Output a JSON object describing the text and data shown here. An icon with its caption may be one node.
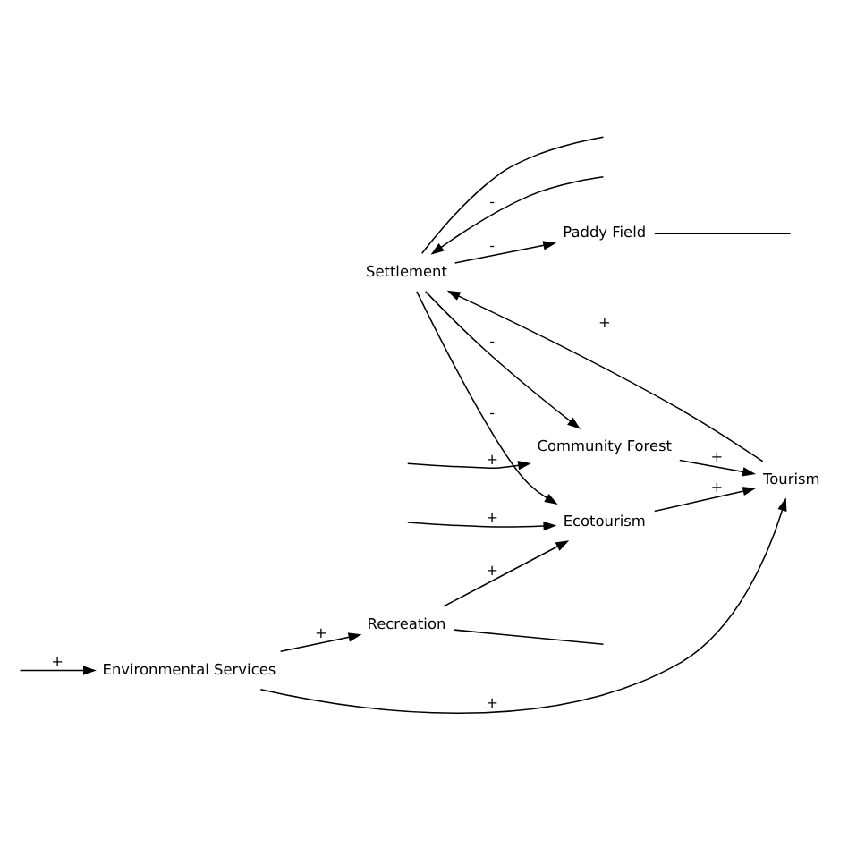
{
  "diagram": {
    "nodes": [
      {
        "text": [
          "Paddy Field"
        ]
      },
      {
        "text": [
          "Settlement"
        ]
      },
      {
        "text": [
          "Community Forest"
        ]
      },
      {
        "text": [
          "Tourism"
        ]
      },
      {
        "text": [
          "Ecotourism"
        ]
      },
      {
        "text": [
          "Recreation"
        ]
      },
      {
        "text": [
          "Environmental Services"
        ]
      }
    ],
    "edges": [
      {
        "from": 1,
        "to": null,
        "arrow": "none"
      },
      {
        "from": 1,
        "to": 0,
        "arrow": "to",
        "label": "-"
      },
      {
        "from": 0,
        "to": null,
        "arrow": "none"
      },
      {
        "from": 1,
        "to": 2,
        "arrow": "to",
        "label": "-"
      },
      {
        "from": null,
        "to": 1,
        "arrow": "to",
        "label": "-"
      },
      {
        "from": 3,
        "to": 1,
        "arrow": "to",
        "label": "+"
      },
      {
        "from": null,
        "to": 2,
        "arrow": "to",
        "label": "+"
      },
      {
        "from": 2,
        "to": 3,
        "arrow": "to",
        "label": "+"
      },
      {
        "from": 4,
        "to": 3,
        "arrow": "to",
        "label": "+"
      },
      {
        "from": 1,
        "to": 4,
        "arrow": "to",
        "label": "-"
      },
      {
        "from": null,
        "to": 4,
        "arrow": "to",
        "label": "+"
      },
      {
        "from": 5,
        "to": 4,
        "arrow": "to",
        "label": "+"
      },
      {
        "from": 6,
        "to": 3,
        "arrow": "to",
        "label": "+"
      },
      {
        "from": 5,
        "to": null,
        "arrow": "none"
      },
      {
        "from": null,
        "to": 6,
        "arrow": "to",
        "label": "+"
      },
      {
        "from": 6,
        "to": 5,
        "arrow": "to",
        "label": "+"
      }
    ]
  }
}
